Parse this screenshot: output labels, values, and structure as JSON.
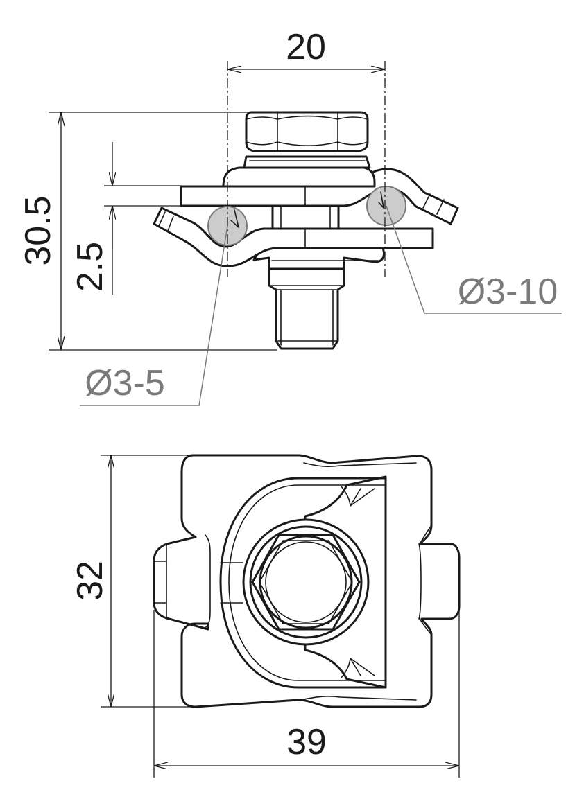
{
  "dimensions": {
    "top_width": "20",
    "total_height": "30.5",
    "plate_gap": "2.5",
    "bottom_height": "32",
    "bottom_width": "39"
  },
  "callouts": {
    "large_conductor": "Ø3-10",
    "small_conductor": "Ø3-5"
  },
  "colors": {
    "line": "#1a1a1a",
    "callout": "#7a7a7a",
    "conductor_fill": "#cccccc",
    "background": "#ffffff"
  }
}
